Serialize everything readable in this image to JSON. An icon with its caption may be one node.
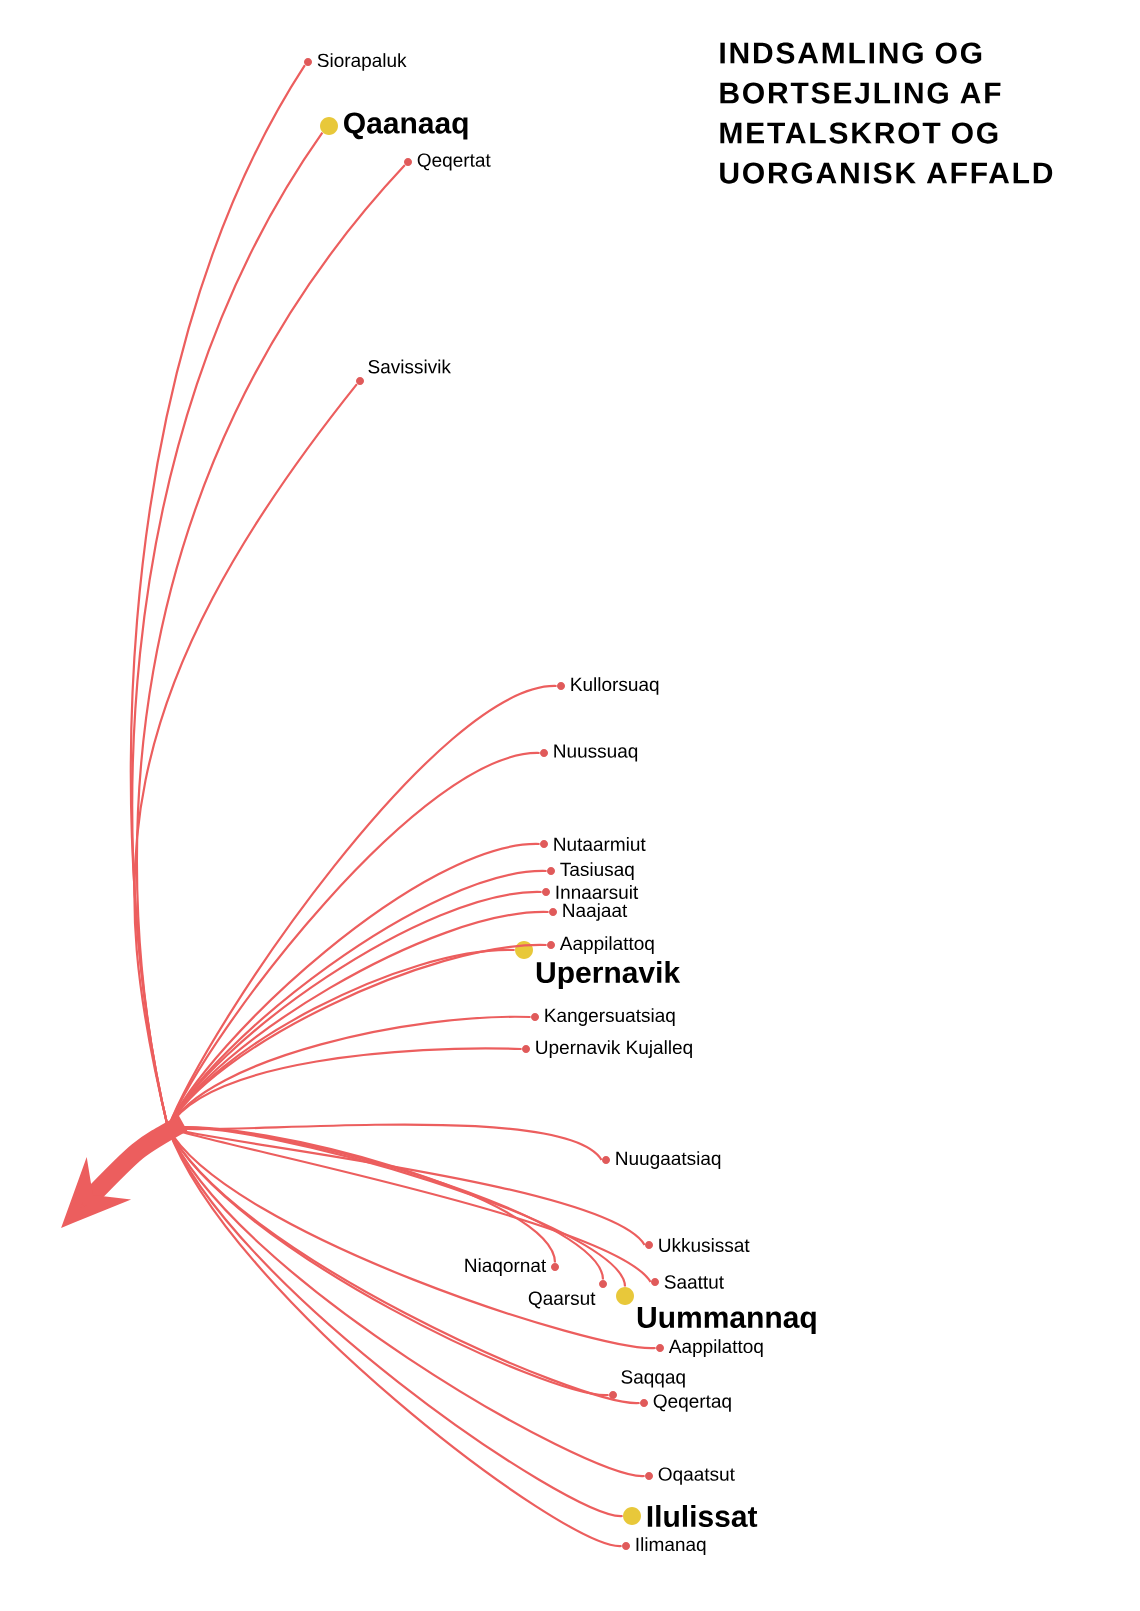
{
  "diagram": {
    "title": "INDSAMLING OG BORTSEJLING AF METALSKROT OG UORGANISK AFFALD",
    "nodes": [
      {
        "text": [
          "Siorapaluk"
        ]
      },
      {
        "text": [
          "Qaanaaq"
        ]
      },
      {
        "text": [
          "Qeqertat"
        ]
      },
      {
        "text": [
          "Savissivik"
        ]
      },
      {
        "text": [
          "Kullorsuaq"
        ]
      },
      {
        "text": [
          "Nuussuaq"
        ]
      },
      {
        "text": [
          "Nutaarmiut"
        ]
      },
      {
        "text": [
          "Tasiusaq"
        ]
      },
      {
        "text": [
          "Innaarsuit"
        ]
      },
      {
        "text": [
          "Naajaat"
        ]
      },
      {
        "text": [
          "Aappilattoq"
        ]
      },
      {
        "text": [
          "Upernavik"
        ]
      },
      {
        "text": [
          "Kangersuatsiaq"
        ]
      },
      {
        "text": [
          "Upernavik Kujalleq"
        ]
      },
      {
        "text": [
          "Nuugaatsiaq"
        ]
      },
      {
        "text": [
          "Ukkusissat"
        ]
      },
      {
        "text": [
          "Niaqornat"
        ]
      },
      {
        "text": [
          "Saattut"
        ]
      },
      {
        "text": [
          "Qaarsut"
        ]
      },
      {
        "text": [
          "Uummannaq"
        ]
      },
      {
        "text": [
          "Aappilattoq"
        ]
      },
      {
        "text": [
          "Saqqaq"
        ]
      },
      {
        "text": [
          "Qeqertaq"
        ]
      },
      {
        "text": [
          "Oqaatsut"
        ]
      },
      {
        "text": [
          "Ilulissat"
        ]
      },
      {
        "text": [
          "Ilimanaq"
        ]
      }
    ],
    "edges": [
      {
        "from": 0,
        "to": null,
        "arrow": "to"
      },
      {
        "from": 1,
        "to": null,
        "arrow": "to"
      },
      {
        "from": 2,
        "to": null,
        "arrow": "to"
      },
      {
        "from": 3,
        "to": null,
        "arrow": "to"
      },
      {
        "from": 4,
        "to": null,
        "arrow": "to"
      },
      {
        "from": 5,
        "to": null,
        "arrow": "to"
      },
      {
        "from": 6,
        "to": null,
        "arrow": "to"
      },
      {
        "from": 7,
        "to": null,
        "arrow": "to"
      },
      {
        "from": 8,
        "to": null,
        "arrow": "to"
      },
      {
        "from": 9,
        "to": null,
        "arrow": "to"
      },
      {
        "from": 10,
        "to": null,
        "arrow": "to"
      },
      {
        "from": 11,
        "to": null,
        "arrow": "to"
      },
      {
        "from": 12,
        "to": null,
        "arrow": "to"
      },
      {
        "from": 13,
        "to": null,
        "arrow": "to"
      },
      {
        "from": 14,
        "to": null,
        "arrow": "to"
      },
      {
        "from": 15,
        "to": null,
        "arrow": "to"
      },
      {
        "from": 16,
        "to": null,
        "arrow": "to"
      },
      {
        "from": 17,
        "to": null,
        "arrow": "to"
      },
      {
        "from": 18,
        "to": null,
        "arrow": "to"
      },
      {
        "from": 19,
        "to": null,
        "arrow": "to"
      },
      {
        "from": 20,
        "to": null,
        "arrow": "to"
      },
      {
        "from": 21,
        "to": null,
        "arrow": "to"
      },
      {
        "from": 22,
        "to": null,
        "arrow": "to"
      },
      {
        "from": 23,
        "to": null,
        "arrow": "to"
      },
      {
        "from": 24,
        "to": null,
        "arrow": "to"
      },
      {
        "from": 25,
        "to": null,
        "arrow": "to"
      }
    ]
  }
}
